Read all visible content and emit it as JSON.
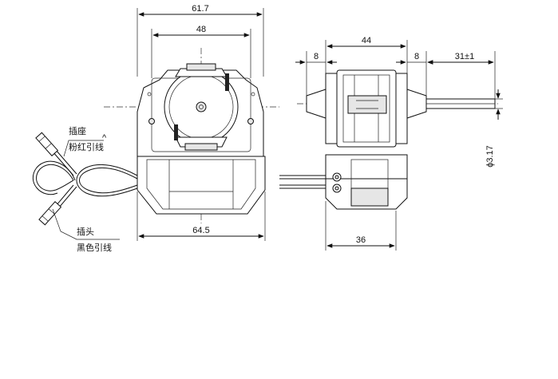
{
  "dimensions": {
    "top_width": "61.7",
    "inner_width": "48",
    "bottom_width": "64.5",
    "side_width": "44",
    "left_offset": "8",
    "right_offset": "8",
    "shaft_length": "31±1",
    "shaft_diameter": "ϕ3.17",
    "base_width": "36"
  },
  "labels": {
    "socket": "插座",
    "pink_lead": "粉红引线",
    "plug": "插头",
    "black_lead": "黑色引线"
  }
}
